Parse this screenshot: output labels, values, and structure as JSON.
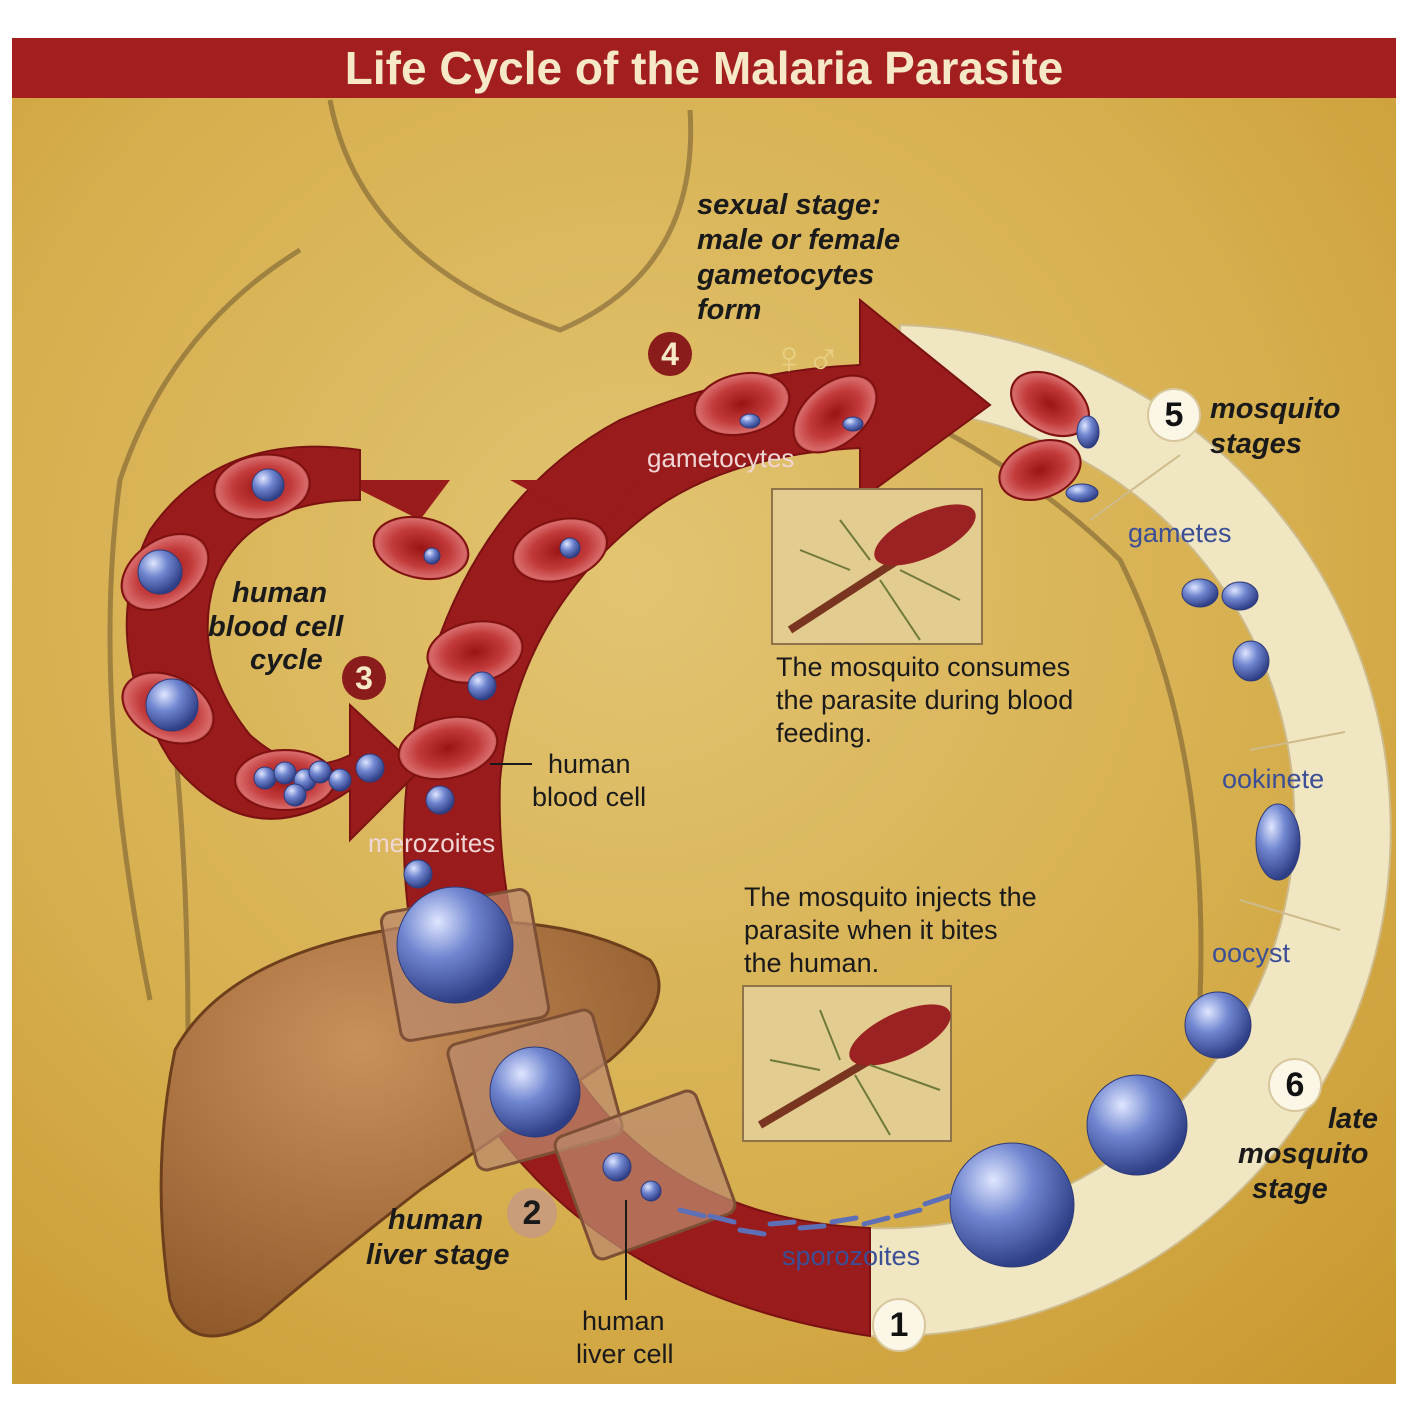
{
  "title": "Life Cycle of the Malaria Parasite",
  "stages": {
    "s1": {
      "number": "1"
    },
    "s2": {
      "number": "2",
      "label_line1": "human",
      "label_line2": "liver stage"
    },
    "s3": {
      "number": "3",
      "label_line1": "human",
      "label_line2": "blood cell",
      "label_line3": "cycle"
    },
    "s4": {
      "number": "4",
      "label_line1": "sexual stage:",
      "label_line2": "male or female",
      "label_line3": "gametocytes",
      "label_line4": "form"
    },
    "s5": {
      "number": "5",
      "label_line1": "mosquito",
      "label_line2": "stages"
    },
    "s6": {
      "number": "6",
      "label_line1": "late",
      "label_line2": "mosquito",
      "label_line3": "stage"
    }
  },
  "labels": {
    "gametocytes": "gametocytes",
    "merozoites": "merozoites",
    "human_blood_cell_line1": "human",
    "human_blood_cell_line2": "blood cell",
    "human_liver_cell_line1": "human",
    "human_liver_cell_line2": "liver cell",
    "gametes": "gametes",
    "ookinete": "ookinete",
    "oocyst": "oocyst",
    "sporozoites": "sporozoites",
    "gender_symbols": "♀♂"
  },
  "notes": {
    "consume_line1": "The mosquito consumes",
    "consume_line2": "the parasite during blood",
    "consume_line3": "feeding.",
    "inject_line1": "The mosquito injects the",
    "inject_line2": "parasite when it bites",
    "inject_line3": "the human."
  },
  "colors": {
    "title_bar": "#a31f1f",
    "arrow_red": "#9a1b1b",
    "mosquito_ring": "#f1e6c2",
    "parchment": "#d9b553",
    "parasite_blue": "#5468b8",
    "liver": "#a9703f"
  }
}
